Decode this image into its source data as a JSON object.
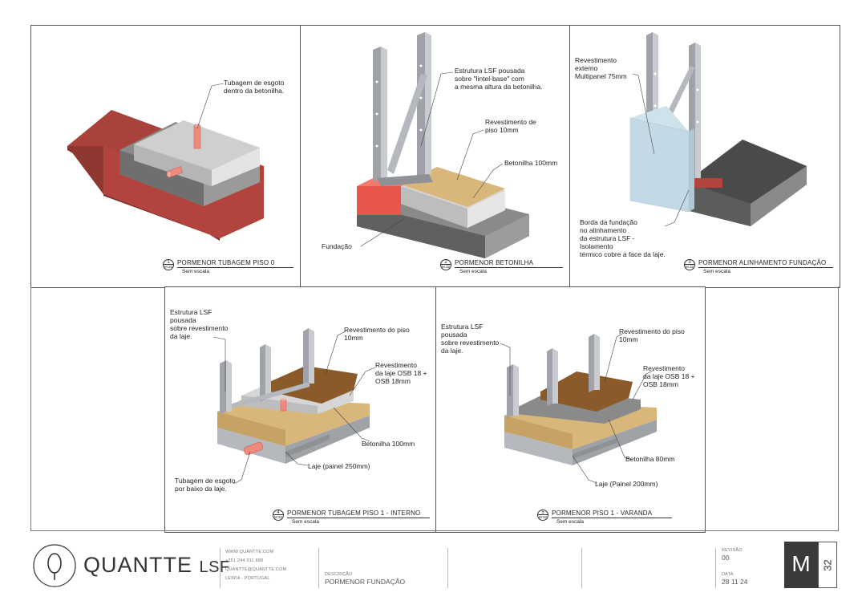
{
  "details": [
    {
      "number": "1",
      "sheet": "M 32",
      "title": "PORMENOR TUBAGEM PISO 0",
      "scale": "Sem escala",
      "labels": [
        "Tubagem de esgoto\ndentro da betonilha."
      ]
    },
    {
      "number": "2",
      "sheet": "M 32",
      "title": "PORMENOR BETONILHA",
      "scale": "Sem escala",
      "labels": [
        "Estrutura LSF pousada\nsobre \"lintel-base\" com\na mesma altura da betonilha.",
        "Revestimento de\npiso 10mm",
        "Betonilha 100mm",
        "Fundação"
      ]
    },
    {
      "number": "3",
      "sheet": "M 32",
      "title": "PORMENOR ALINHAMENTO FUNDAÇÃO",
      "scale": "Sem escala",
      "labels": [
        "Revestimento\nexterno\nMultipanel 75mm",
        "Borda da fundação\nno alinhamento\nda estrutura LSF -\nIsolamento\ntérmico cobre a face da laje."
      ]
    },
    {
      "number": "4",
      "sheet": "M 32",
      "title": "PORMENOR TUBAGEM PISO 1 - INTERNO",
      "scale": "Sem escala",
      "labels": [
        "Estrutura LSF\npousada\nsobre revestimento\nda laje.",
        "Revestimento do piso\n10mm",
        "Revestimento\nda laje OSB 18 +\nOSB 18mm",
        "Betonilha 100mm",
        "Laje (painel 250mm)",
        "Tubagem de esgoto\npor baixo da laje."
      ]
    },
    {
      "number": "5",
      "sheet": "M 32",
      "title": "PORMENOR PISO 1 - VARANDA",
      "scale": "Sem escala",
      "labels": [
        "Estrutura LSF\npousada\nsobre revestimento\nda laje.",
        "Revestimento do piso\n10mm",
        "Revestimento\nda laje OSB 18 +\nOSB 18mm",
        "Betonilha 80mm",
        "Laje (Painel 200mm)"
      ]
    }
  ],
  "title_block": {
    "logo_text": "QUANTTE",
    "logo_suffix": "LSF",
    "contact": [
      "WWW.QUANTTE.COM",
      "+351 244 011 888",
      "QUANTTE@QUANTTE.COM",
      "LEIRIA - PORTUGAL"
    ],
    "description_label": "DESCRIÇÃO",
    "description": "PORMENOR FUNDAÇÃO",
    "revision_label": "REVISÃO",
    "revision": "00",
    "date_label": "DATA",
    "date": "28 11 24",
    "sheet_letter": "M",
    "sheet_number": "32"
  },
  "colors": {
    "brick": "#b3443d",
    "concrete": "#8a8a8a",
    "screed": "#d6d6d6",
    "osb": "#d9b77a",
    "floor": "#8a5a2b",
    "steel": "#b5b8bd",
    "pipe": "#f08a7e",
    "cladding": "#cfe2ec"
  }
}
